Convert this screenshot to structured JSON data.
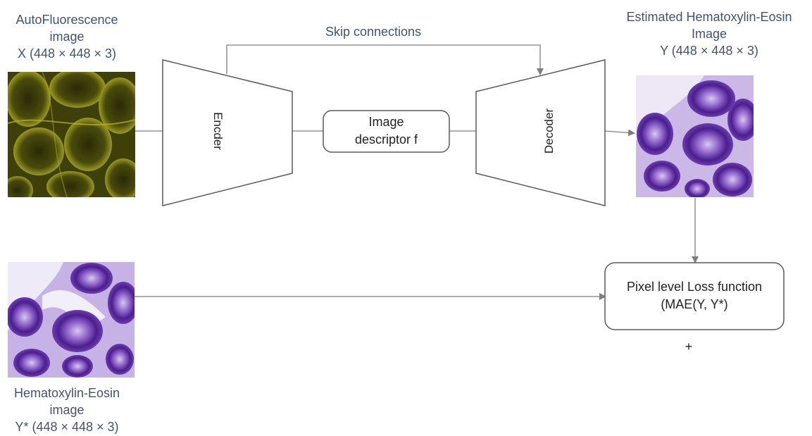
{
  "input_image": {
    "line1": "AutoFluorescence",
    "line2": "image",
    "line3": "X (448 × 448 × 3)"
  },
  "output_image": {
    "line1": "Estimated Hematoxylin-Eosin",
    "line2": "Image",
    "line3": "Y (448 × 448 × 3)"
  },
  "target_image": {
    "line1": "Hematoxylin-Eosin",
    "line2": "image",
    "line3": "Y* (448 × 448 × 3)"
  },
  "skip_connections": "Skip connections",
  "encoder": "Encder",
  "decoder": "Decoder",
  "descriptor": {
    "line1": "Image",
    "line2": "descriptor f"
  },
  "loss": {
    "line1": "Pixel level Loss function",
    "line2": "(MAE(Y, Y*)"
  },
  "plus": "+",
  "colors": {
    "label_text": "#44546a",
    "line": "#7f7f7f",
    "af_tissue": "#6b6a10",
    "he_tissue": "#6a3aa8"
  }
}
